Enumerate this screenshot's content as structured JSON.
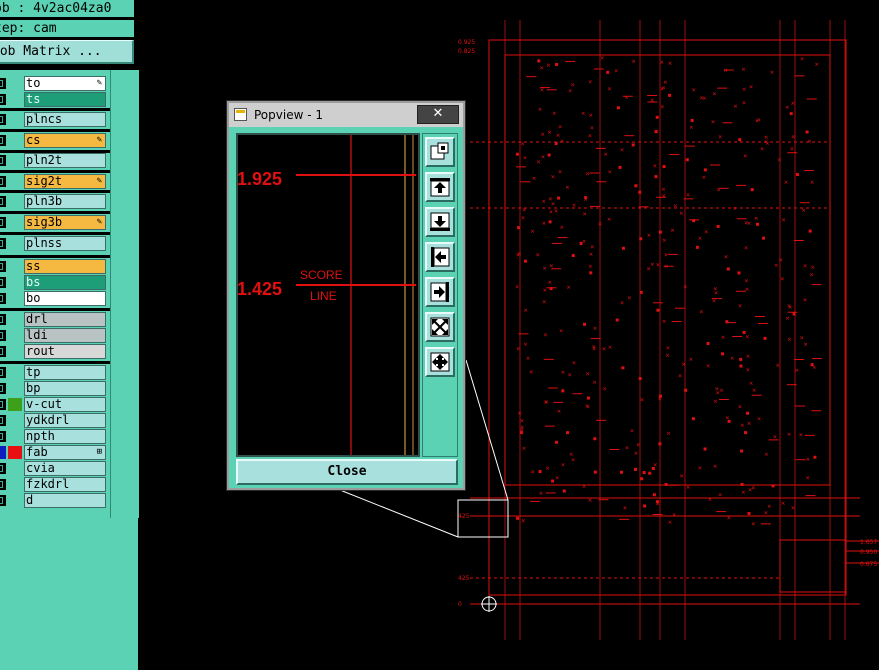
{
  "header": {
    "job_line": "ob : 4v2ac04za0",
    "step_line": "tep: cam",
    "matrix_button": "Fob Matrix ..."
  },
  "layers": [
    {
      "name": "to",
      "color": "#ffffff",
      "icon": "pencil-icon"
    },
    {
      "name": "ts",
      "color": "#1e9e78",
      "icon": ""
    },
    {
      "name": "plncs",
      "color": "#a8e0dd",
      "icon": ""
    },
    {
      "name": "cs",
      "color": "#f5b942",
      "icon": "pencil-icon"
    },
    {
      "name": "pln2t",
      "color": "#a8e0dd",
      "icon": ""
    },
    {
      "name": "sig2t",
      "color": "#f5b942",
      "icon": "pencil-icon"
    },
    {
      "name": "pln3b",
      "color": "#a8e0dd",
      "icon": ""
    },
    {
      "name": "sig3b",
      "color": "#f5b942",
      "icon": "pencil-icon"
    },
    {
      "name": "plnss",
      "color": "#a8e0dd",
      "icon": ""
    },
    {
      "name": "ss",
      "color": "#f5b942",
      "icon": ""
    },
    {
      "name": "bs",
      "color": "#1e9e78",
      "icon": ""
    },
    {
      "name": "bo",
      "color": "#ffffff",
      "icon": ""
    },
    {
      "name": "drl",
      "color": "#b9c3c3",
      "icon": ""
    },
    {
      "name": "ldi",
      "color": "#b9c3c3",
      "icon": ""
    },
    {
      "name": "rout",
      "color": "#d8d8d8",
      "icon": ""
    },
    {
      "name": "tp",
      "color": "#a8e0dd",
      "icon": ""
    },
    {
      "name": "bp",
      "color": "#a8e0dd",
      "icon": ""
    },
    {
      "name": "v-cut",
      "color": "#a8e0dd",
      "icon": "",
      "swatch": "#3da01a"
    },
    {
      "name": "ydkdrl",
      "color": "#a8e0dd",
      "icon": ""
    },
    {
      "name": "npth",
      "color": "#a8e0dd",
      "icon": ""
    },
    {
      "name": "fab",
      "color": "#a8e0dd",
      "icon": "grid-icon",
      "swatch": "#e81010",
      "swatch_left": "#1020c0"
    },
    {
      "name": "cvia",
      "color": "#a8e0dd",
      "icon": ""
    },
    {
      "name": "fzkdrl",
      "color": "#a8e0dd",
      "icon": ""
    },
    {
      "name": "d",
      "color": "#a8e0dd",
      "icon": ""
    }
  ],
  "popview": {
    "title": "Popview - 1",
    "close_x": "✕",
    "close_label": "Close",
    "dim_top": "1.925",
    "dim_bottom": "1.425",
    "score_text": "SCORE",
    "line_text": "LINE",
    "tools": [
      "zoom-window-icon",
      "pan-up-icon",
      "pan-down-icon",
      "pan-left-icon",
      "pan-right-icon",
      "zoom-fit-icon",
      "zoom-reset-icon"
    ]
  },
  "canvas": {
    "drawing_color": "#e01010",
    "labels_left": [
      "0.925",
      "0.825",
      "425",
      "425",
      "0"
    ],
    "labels_right": [
      "1.657",
      "0.950",
      "0.675"
    ],
    "score_label": "SCORE LINE"
  }
}
